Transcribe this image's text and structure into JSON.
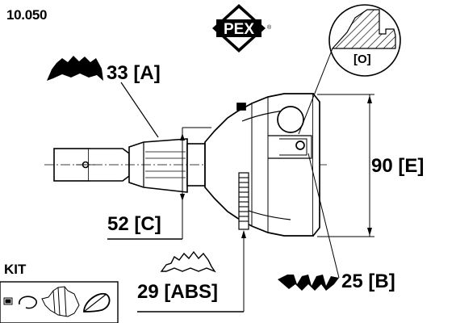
{
  "part_code": "10.050",
  "brand": {
    "logo_text": "PEX",
    "registered_mark": "®"
  },
  "dimensions": {
    "a": "33 [A]",
    "b": "25 [B]",
    "c": "52 [C]",
    "e": "90 [E]",
    "abs": "29 [ABS]",
    "o": "[O]"
  },
  "kit_label": "KIT",
  "icons": [
    "brand-logo",
    "spline-teeth-icon",
    "abs-ring-teeth-icon",
    "kit-parts-icon"
  ]
}
